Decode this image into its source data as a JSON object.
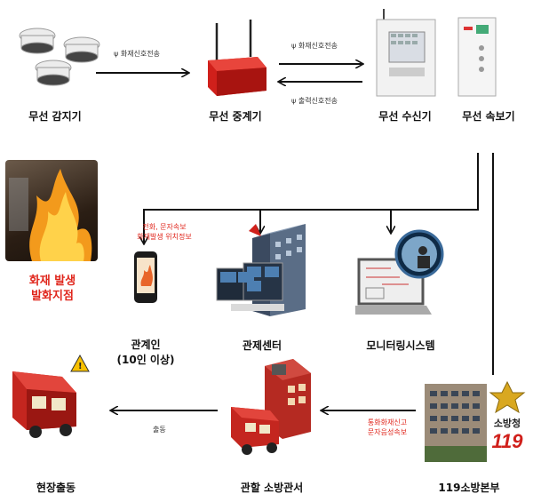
{
  "nodes": {
    "detector": {
      "label": "무선 감지기"
    },
    "repeater": {
      "label": "무선 중계기"
    },
    "receiver": {
      "label": "무선 수신기"
    },
    "alarm": {
      "label": "무선 속보기"
    },
    "fire": {
      "label_line1": "화재 발생",
      "label_line2": "발화지점"
    },
    "contact": {
      "label_line1": "관계인",
      "label_line2": "(10인 이상)"
    },
    "control": {
      "label": "관제센터"
    },
    "monitor": {
      "label": "모니터링시스템"
    },
    "hq": {
      "label": "119소방본부",
      "logo_text": "소방청",
      "logo_number": "119"
    },
    "station": {
      "label": "관할 소방관서"
    },
    "dispatch": {
      "label": "현장출동"
    }
  },
  "arrows": {
    "detector_to_repeater": "화재신호전송",
    "repeater_to_receiver": "화재신호전송",
    "receiver_to_repeater": "출력신호전송",
    "to_contact_line1": "전화, 문자속보",
    "to_contact_line2": "화재발생 위치정보",
    "hq_to_station_line1": "통화화재신고",
    "hq_to_station_line2": "문자음성속보",
    "station_to_dispatch": "출동"
  },
  "colors": {
    "alert_red": "#e0261c",
    "line": "#111111"
  }
}
